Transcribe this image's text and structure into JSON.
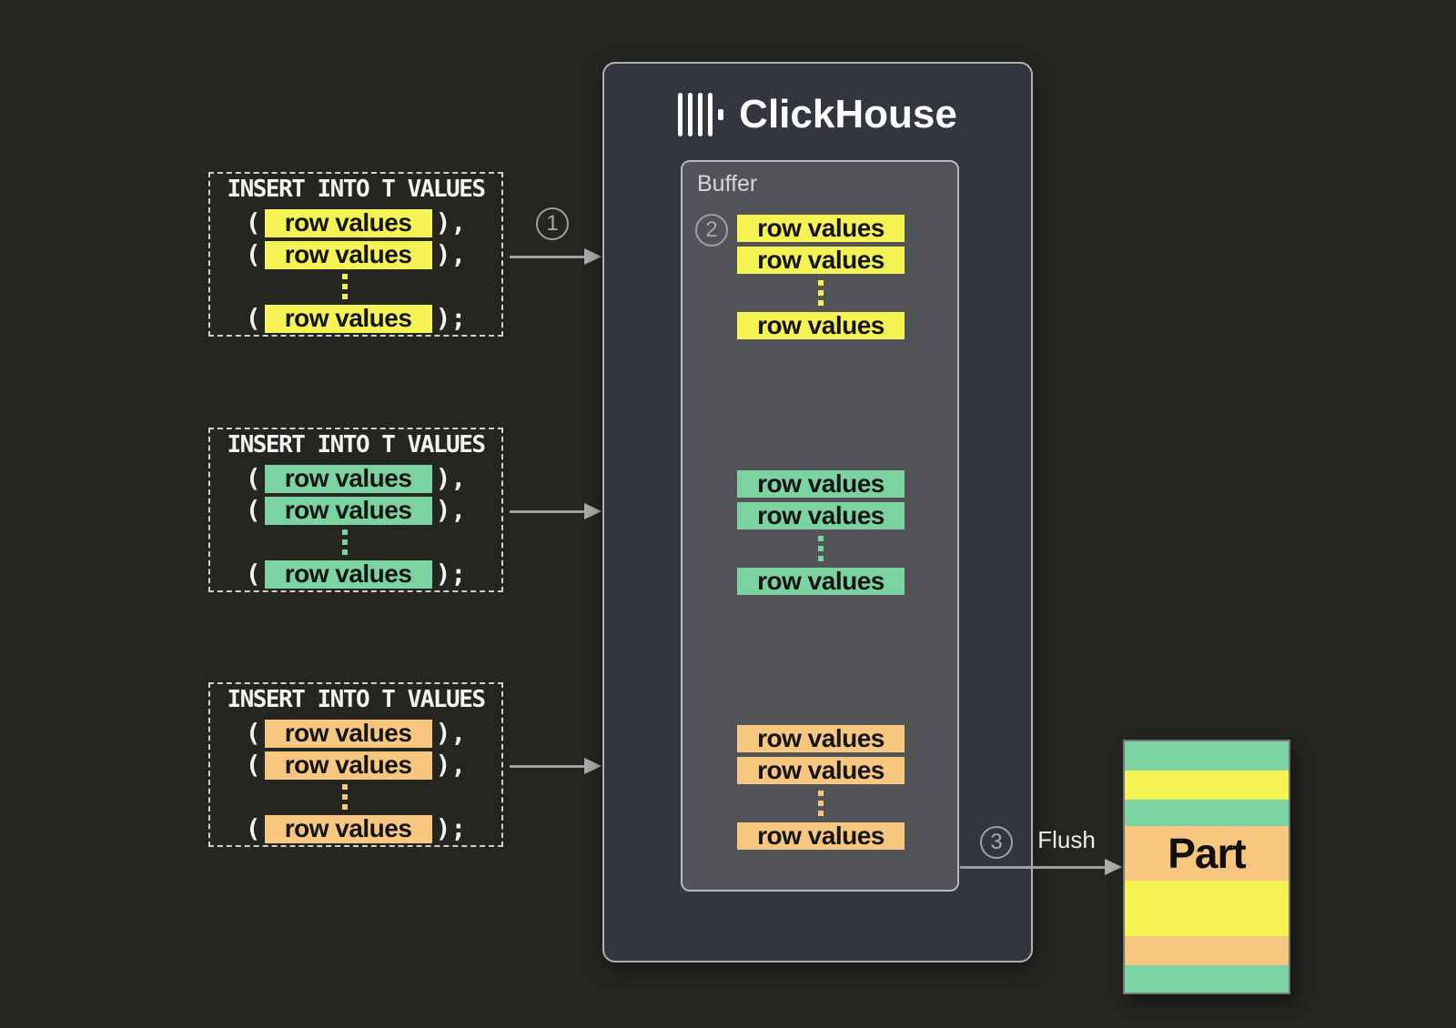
{
  "colors": {
    "background": "#24261f",
    "panel": "#33363f",
    "buffer": "#535458",
    "yellow": "#f5f454",
    "green": "#7bd3a1",
    "orange": "#f7c67f",
    "arrow": "#9f9f9f",
    "step_circle": "#9da1a4"
  },
  "steps": {
    "one": "1",
    "two": "2",
    "three": "3"
  },
  "inserts": [
    {
      "title": "INSERT INTO T VALUES",
      "color": "yellow",
      "rows": [
        {
          "prefix": "(",
          "label": "row values",
          "suffix": "),"
        },
        {
          "prefix": "(",
          "label": "row values",
          "suffix": "),"
        },
        {
          "prefix": "(",
          "label": "row values",
          "suffix": ");"
        }
      ]
    },
    {
      "title": "INSERT INTO T VALUES",
      "color": "green",
      "rows": [
        {
          "prefix": "(",
          "label": "row values",
          "suffix": "),"
        },
        {
          "prefix": "(",
          "label": "row values",
          "suffix": "),"
        },
        {
          "prefix": "(",
          "label": "row values",
          "suffix": ");"
        }
      ]
    },
    {
      "title": "INSERT INTO T VALUES",
      "color": "orange",
      "rows": [
        {
          "prefix": "(",
          "label": "row values",
          "suffix": "),"
        },
        {
          "prefix": "(",
          "label": "row values",
          "suffix": "),"
        },
        {
          "prefix": "(",
          "label": "row values",
          "suffix": ");"
        }
      ]
    }
  ],
  "clickhouse": {
    "title": "ClickHouse",
    "buffer_label": "Buffer",
    "groups": [
      {
        "color": "yellow",
        "chips": [
          "row values",
          "row values",
          "row values"
        ]
      },
      {
        "color": "green",
        "chips": [
          "row values",
          "row values",
          "row values"
        ]
      },
      {
        "color": "orange",
        "chips": [
          "row values",
          "row values",
          "row values"
        ]
      }
    ]
  },
  "flush_label": "Flush",
  "part": {
    "label": "Part",
    "stripes": [
      "#7bd3a1",
      "#f5f454",
      "#7bd3a1",
      "#f7c67f",
      "#f5f454",
      "#f7c67f",
      "#7bd3a1"
    ]
  }
}
